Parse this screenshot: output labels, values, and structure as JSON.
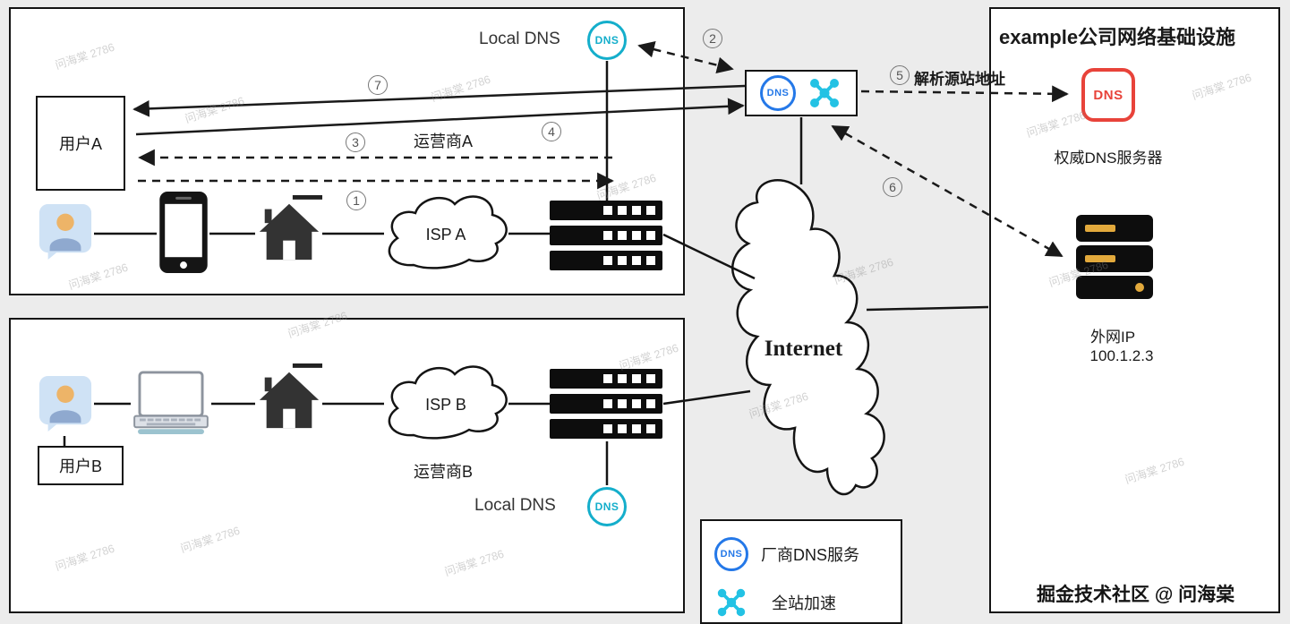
{
  "icons": {
    "dns_text": "DNS"
  },
  "background": {
    "watermark_tile": "问海棠 2786",
    "credit": "掘金技术社区 @ 问海棠"
  },
  "carrier_a": {
    "local_dns": "Local DNS",
    "user": "用户A",
    "carrier": "运营商A",
    "isp": "ISP A"
  },
  "carrier_b": {
    "local_dns": "Local DNS",
    "user": "用户B",
    "carrier": "运营商B",
    "isp": "ISP B"
  },
  "middle": {
    "internet": "Internet",
    "resolve_origin": "解析源站地址"
  },
  "company": {
    "title": "example公司网络基础设施",
    "authoritative_dns": "权威DNS服务器",
    "ip_caption": "外网IP",
    "ip_value": "100.1.2.3"
  },
  "legend": {
    "dns_service": "厂商DNS服务",
    "acceleration": "全站加速"
  },
  "steps": {
    "s1": "1",
    "s2": "2",
    "s3": "3",
    "s4": "4",
    "s5": "5",
    "s6": "6",
    "s7": "7"
  }
}
